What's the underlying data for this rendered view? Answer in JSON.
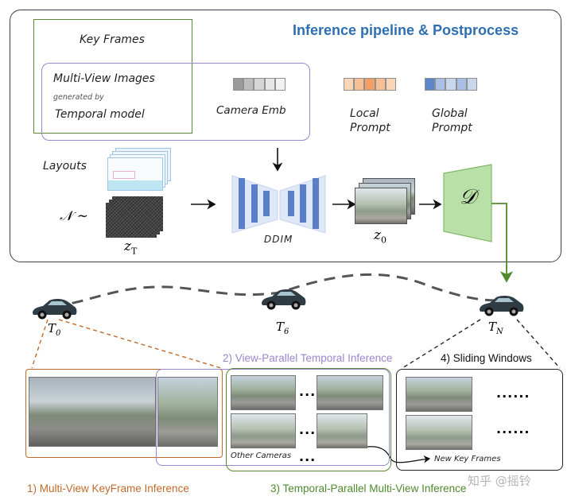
{
  "pipeline": {
    "title": "Inference pipeline & Postprocess",
    "key_frames": "Key Frames",
    "mv_images": "Multi-View Images",
    "generated_by": "generated by",
    "temporal_model": "Temporal model",
    "camera_emb": "Camera Emb",
    "local_prompt": "Local Prompt",
    "global_prompt": "Global Prompt",
    "layouts": "Layouts",
    "noise_symbol": "𝒩 ~",
    "zt": "z",
    "zt_sub": "T",
    "ddim": "DDIM",
    "z0": "z",
    "z0_sub": "0",
    "decoder": "𝒟"
  },
  "trajectory": {
    "t0": "T",
    "t0_sub": "0",
    "t6": "T",
    "t6_sub": "6",
    "tn": "T",
    "tn_sub": "N"
  },
  "stages": {
    "s1": "1) Multi-View KeyFrame Inference",
    "s2": "2) View-Parallel Temporal Inference",
    "s3": "3) Temporal-Parallel Multi-View Inference",
    "s4": "4) Sliding Windows",
    "other_cameras": "Other Cameras",
    "new_key_frames": "New Key Frames",
    "dots_short": "...",
    "dots_long": "......"
  },
  "watermark": "知乎 @摇铃",
  "colors": {
    "title_blue": "#2e6fb3",
    "green": "#5a8a35",
    "purple": "#9a86cf",
    "orange": "#c06a2b",
    "unet_blue": "#5b7fc7",
    "decoder_green": "#b9e0a6",
    "local_prompt": [
      "#f9d6b8",
      "#f7bf94",
      "#f2a068",
      "#f7bf94",
      "#f9d6b8"
    ],
    "global_prompt": [
      "#5b86c9",
      "#a9bfe3",
      "#c8d6ee",
      "#a9bfe3",
      "#c8d6ee"
    ],
    "camera_emb": [
      "#9a9a9a",
      "#bdbdbd",
      "#d5d5d5",
      "#e6e6e6",
      "#f2f2f2"
    ]
  },
  "icons": [
    "car-icon",
    "arrow-icon",
    "unet-icon",
    "decoder-icon"
  ]
}
